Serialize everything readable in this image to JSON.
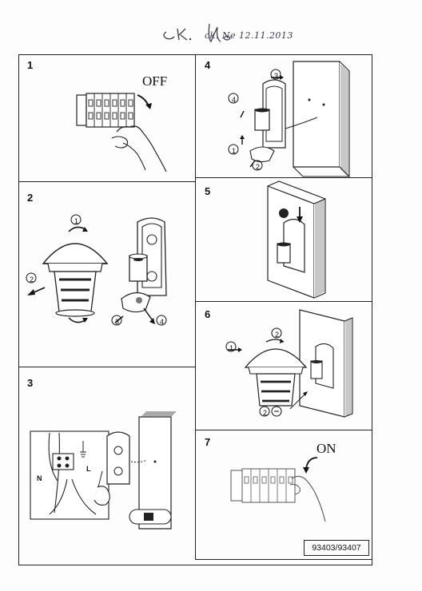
{
  "header": {
    "handwritten_note": "ck. Ne 12.11.2013"
  },
  "steps": [
    {
      "number": "1",
      "label": "OFF"
    },
    {
      "number": "2",
      "callouts": [
        "1",
        "2",
        "3",
        "4"
      ]
    },
    {
      "number": "3",
      "wire_labels": [
        "N",
        "L"
      ]
    },
    {
      "number": "4",
      "callouts": [
        "1",
        "2",
        "3",
        "4"
      ]
    },
    {
      "number": "5"
    },
    {
      "number": "6",
      "callouts": [
        "1",
        "2",
        "2"
      ]
    },
    {
      "number": "7",
      "label": "ON"
    }
  ],
  "model_code": "93403/93407"
}
